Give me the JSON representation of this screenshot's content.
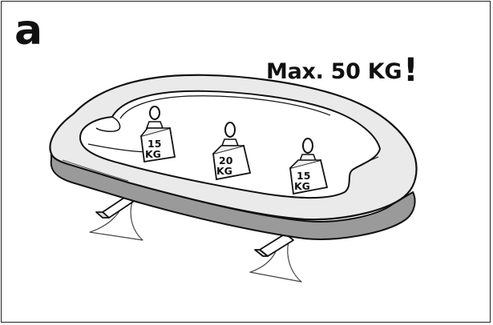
{
  "figure": {
    "step_letter": "a",
    "warning": {
      "text": "Max. 50 KG",
      "mark": "!"
    },
    "weights": [
      {
        "value": "15",
        "unit": "KG"
      },
      {
        "value": "20",
        "unit": "KG"
      },
      {
        "value": "15",
        "unit": "KG"
      }
    ]
  }
}
